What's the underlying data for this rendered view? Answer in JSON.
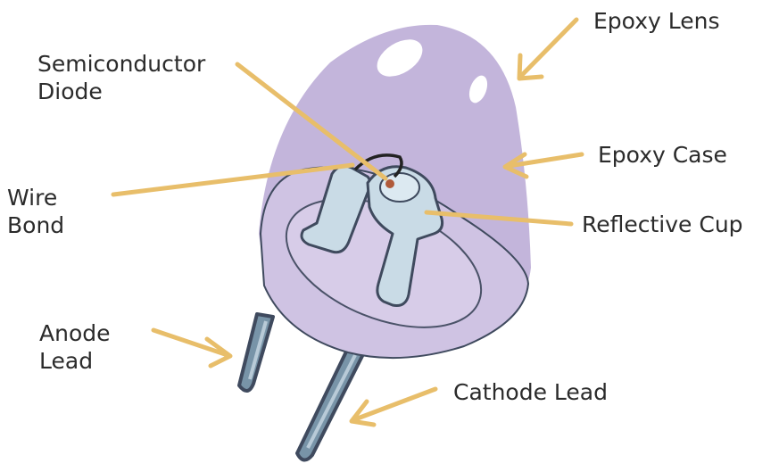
{
  "labels": {
    "epoxy_lens": "Epoxy Lens",
    "semiconductor_diode": [
      "Semiconductor",
      "Diode"
    ],
    "epoxy_case": "Epoxy Case",
    "wire_bond": [
      "Wire",
      "Bond"
    ],
    "reflective_cup": "Reflective Cup",
    "anode_lead": [
      "Anode",
      "Lead"
    ],
    "cathode_lead": "Cathode Lead"
  },
  "colors": {
    "epoxy": "#c3b5db",
    "epoxy_dark": "#a593c7",
    "outline": "#3f4a5e",
    "internal": "#c9dbe6",
    "lead": "#7894a8",
    "arrow": "#e8be6a",
    "text": "#2b2b2b"
  }
}
